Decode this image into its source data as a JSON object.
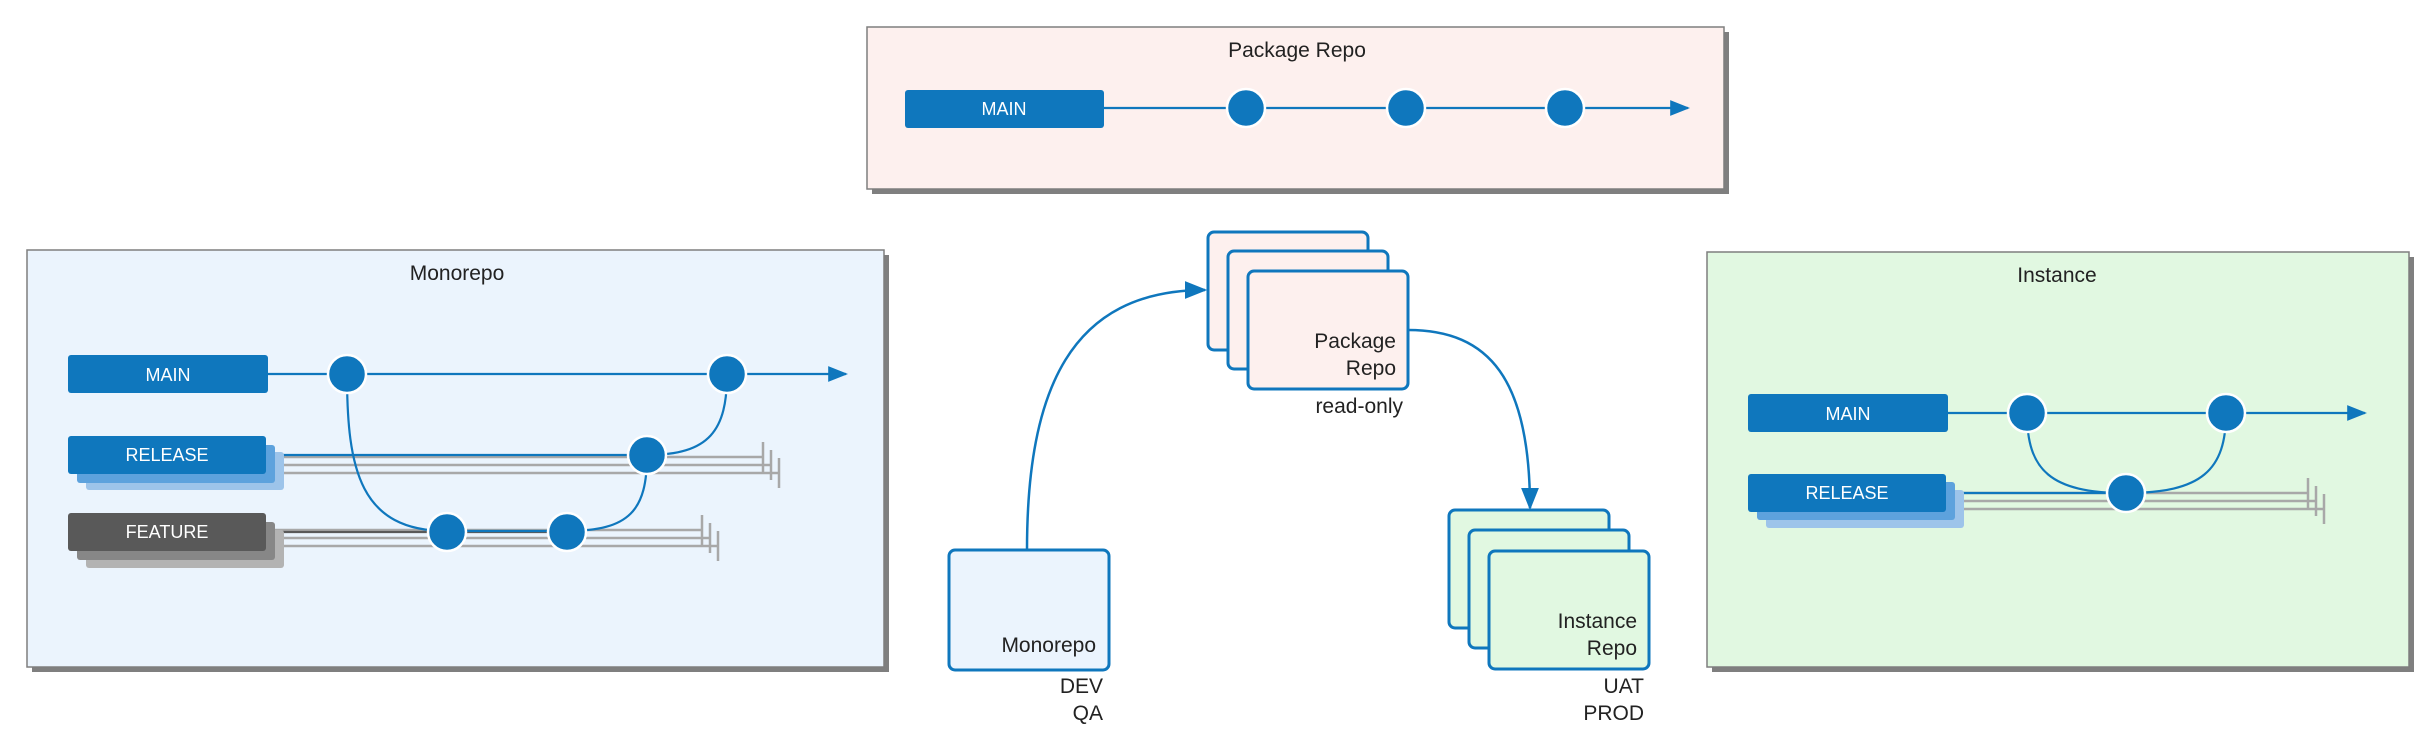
{
  "colors": {
    "accent": "#0f77bd",
    "dark_branch": "#595959",
    "pink_panel": "#fdf0ee",
    "blue_panel": "#ebf4fd",
    "green_panel": "#e1f8e1",
    "shadow": "#7f7f7f",
    "grey_line": "#a8a8a8"
  },
  "package_repo_panel": {
    "title": "Package Repo",
    "branch_main": "MAIN"
  },
  "monorepo_panel": {
    "title": "Monorepo",
    "branch_main": "MAIN",
    "branch_release": "RELEASE",
    "branch_feature": "FEATURE"
  },
  "instance_panel": {
    "title": "Instance",
    "branch_main": "MAIN",
    "branch_release": "RELEASE"
  },
  "flow": {
    "monorepo_box": {
      "label": "Monorepo",
      "env_1": "DEV",
      "env_2": "QA"
    },
    "package_repo_stack": {
      "label_line_1": "Package",
      "label_line_2": "Repo",
      "note": "read-only"
    },
    "instance_repo_stack": {
      "label_line_1": "Instance",
      "label_line_2": "Repo",
      "env_1": "UAT",
      "env_2": "PROD"
    }
  }
}
